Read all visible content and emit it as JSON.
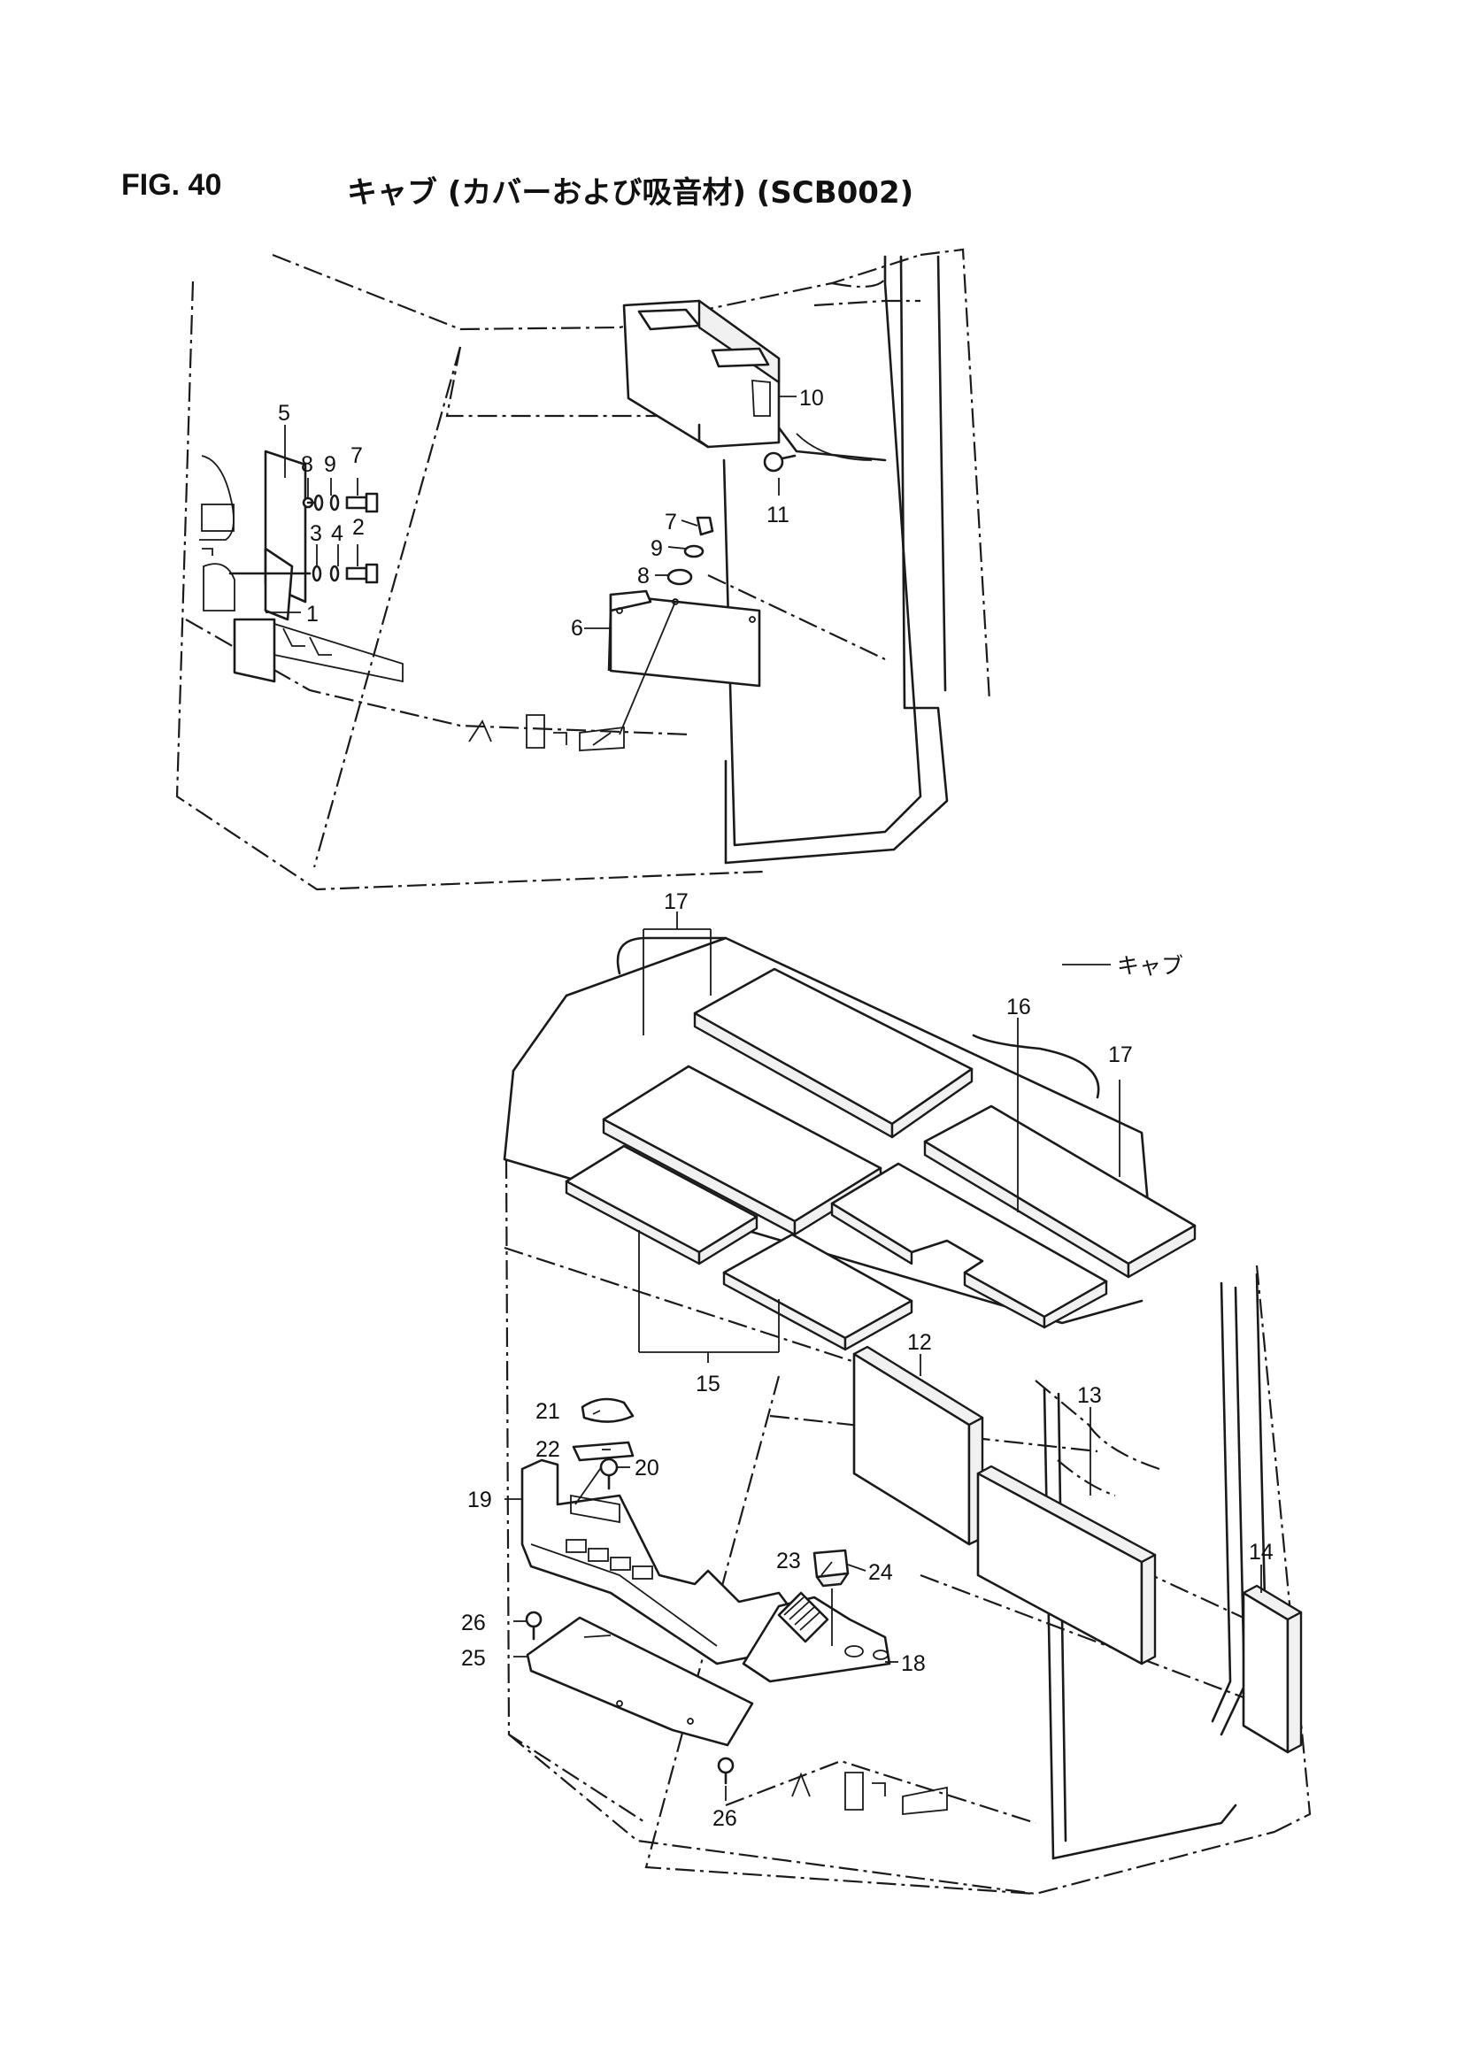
{
  "figure": {
    "number": "FIG. 40",
    "title": "キャブ (カバーおよび吸音材) (SCB002)"
  },
  "cab_label": "キャブ",
  "callouts": [
    {
      "id": "c1",
      "text": "1"
    },
    {
      "id": "c2",
      "text": "2"
    },
    {
      "id": "c3",
      "text": "3"
    },
    {
      "id": "c4",
      "text": "4"
    },
    {
      "id": "c5",
      "text": "5"
    },
    {
      "id": "c6",
      "text": "6"
    },
    {
      "id": "c7a",
      "text": "7"
    },
    {
      "id": "c7b",
      "text": "7"
    },
    {
      "id": "c8a",
      "text": "8"
    },
    {
      "id": "c8b",
      "text": "8"
    },
    {
      "id": "c9a",
      "text": "9"
    },
    {
      "id": "c9b",
      "text": "9"
    },
    {
      "id": "c10",
      "text": "10"
    },
    {
      "id": "c11",
      "text": "11"
    },
    {
      "id": "c12",
      "text": "12"
    },
    {
      "id": "c13",
      "text": "13"
    },
    {
      "id": "c14",
      "text": "14"
    },
    {
      "id": "c15",
      "text": "15"
    },
    {
      "id": "c16",
      "text": "16"
    },
    {
      "id": "c17a",
      "text": "17"
    },
    {
      "id": "c17b",
      "text": "17"
    },
    {
      "id": "c18",
      "text": "18"
    },
    {
      "id": "c19",
      "text": "19"
    },
    {
      "id": "c20",
      "text": "20"
    },
    {
      "id": "c21",
      "text": "21"
    },
    {
      "id": "c22",
      "text": "22"
    },
    {
      "id": "c23",
      "text": "23"
    },
    {
      "id": "c24",
      "text": "24"
    },
    {
      "id": "c25",
      "text": "25"
    },
    {
      "id": "c26a",
      "text": "26"
    },
    {
      "id": "c26b",
      "text": "26"
    }
  ]
}
